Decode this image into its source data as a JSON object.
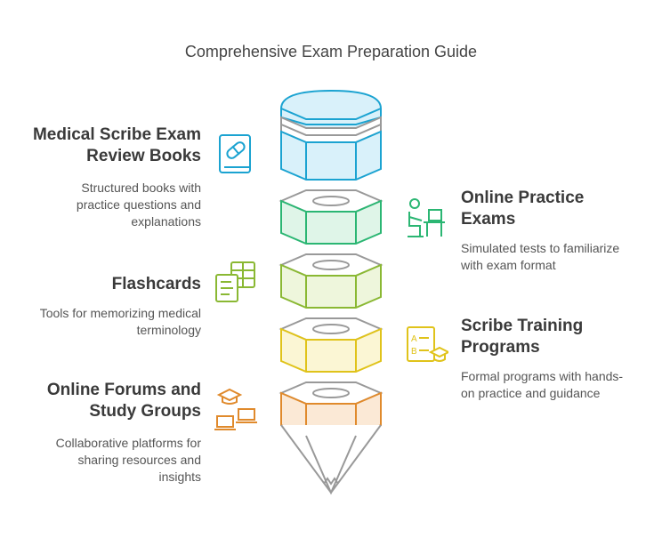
{
  "title": "Comprehensive Exam Preparation Guide",
  "items": [
    {
      "heading_line1": "Medical Scribe Exam",
      "heading_line2": "Review Books",
      "description": [
        "Structured books with",
        "practice questions and",
        "explanations"
      ],
      "icon": "book-pill-icon",
      "color": "#1ba3d1"
    },
    {
      "heading_line1": "Online Practice",
      "heading_line2": "Exams",
      "description": [
        "Simulated tests to familiarize",
        "with exam format"
      ],
      "icon": "person-at-desk-icon",
      "color": "#2bb673"
    },
    {
      "heading_line1": "Flashcards",
      "heading_line2": "",
      "description": [
        "Tools for memorizing medical",
        "terminology"
      ],
      "icon": "flashcards-icon",
      "color": "#8ab833"
    },
    {
      "heading_line1": "Scribe Training",
      "heading_line2": "Programs",
      "description": [
        "Formal programs with hands-",
        "on practice and guidance"
      ],
      "icon": "training-checklist-icon",
      "color": "#e0c31a"
    },
    {
      "heading_line1": "Online Forums and",
      "heading_line2": "Study Groups",
      "description": [
        "Collaborative platforms for",
        "sharing resources and",
        "insights"
      ],
      "icon": "laptops-graduation-icon",
      "color": "#e08a2c"
    }
  ]
}
